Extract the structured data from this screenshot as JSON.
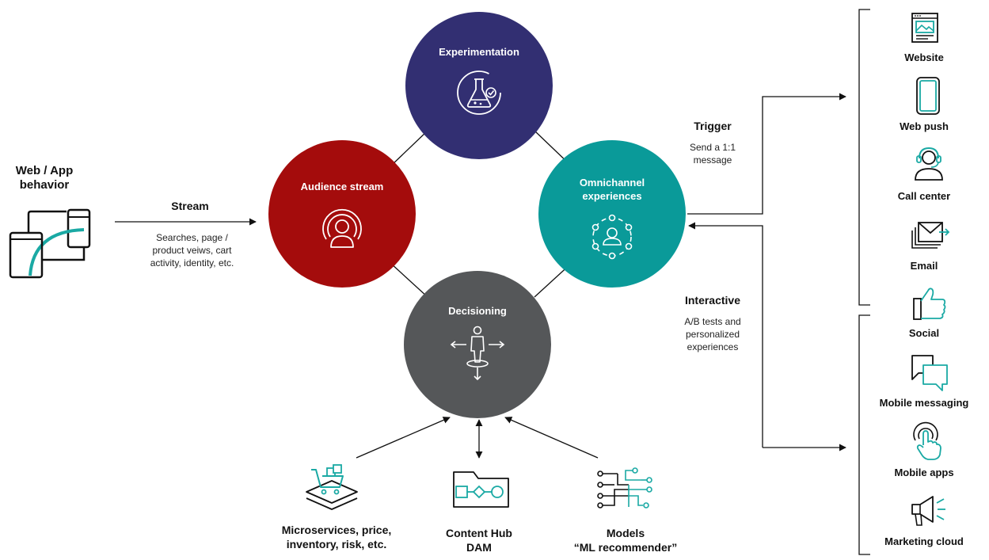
{
  "colors": {
    "experimentation": "#322f72",
    "audience": "#a40c0c",
    "omnichannel": "#0a9a99",
    "decisioning": "#555759",
    "teal": "#1aa9a4",
    "ink": "#111111"
  },
  "source": {
    "title": "Web / App\nbehavior",
    "icon": "devices-icon"
  },
  "stream": {
    "label": "Stream",
    "description": "Searches, page /\nproduct veiws, cart\nactivity, identity, etc."
  },
  "nodes": {
    "experimentation": {
      "label": "Experimentation",
      "icon": "flask-check-icon"
    },
    "audience": {
      "label": "Audience stream",
      "icon": "person-signal-icon"
    },
    "omnichannel": {
      "label": "Omnichannel\nexperiences",
      "icon": "person-network-icon"
    },
    "decisioning": {
      "label": "Decisioning",
      "icon": "person-arrows-icon"
    }
  },
  "trigger": {
    "label": "Trigger",
    "description": "Send a 1:1\nmessage"
  },
  "interactive": {
    "label": "Interactive",
    "description": "A/B tests and\npersonalized\nexperiences"
  },
  "channels": [
    {
      "label": "Website",
      "icon": "browser-window-icon"
    },
    {
      "label": "Web push",
      "icon": "smartphone-icon"
    },
    {
      "label": "Call center",
      "icon": "headset-icon"
    },
    {
      "label": "Email",
      "icon": "envelope-icon"
    },
    {
      "label": "Social",
      "icon": "thumbs-up-icon"
    },
    {
      "label": "Mobile messaging",
      "icon": "chat-bubbles-icon"
    },
    {
      "label": "Mobile apps",
      "icon": "tap-finger-icon"
    },
    {
      "label": "Marketing cloud",
      "icon": "megaphone-icon"
    }
  ],
  "inputs": [
    {
      "label": "Microservices, price,\ninventory, risk, etc.",
      "icon": "cart-layers-icon"
    },
    {
      "label": "Content Hub\nDAM",
      "icon": "folder-flow-icon"
    },
    {
      "label": "Models\n“ML recommender”",
      "icon": "circuit-icon"
    }
  ]
}
